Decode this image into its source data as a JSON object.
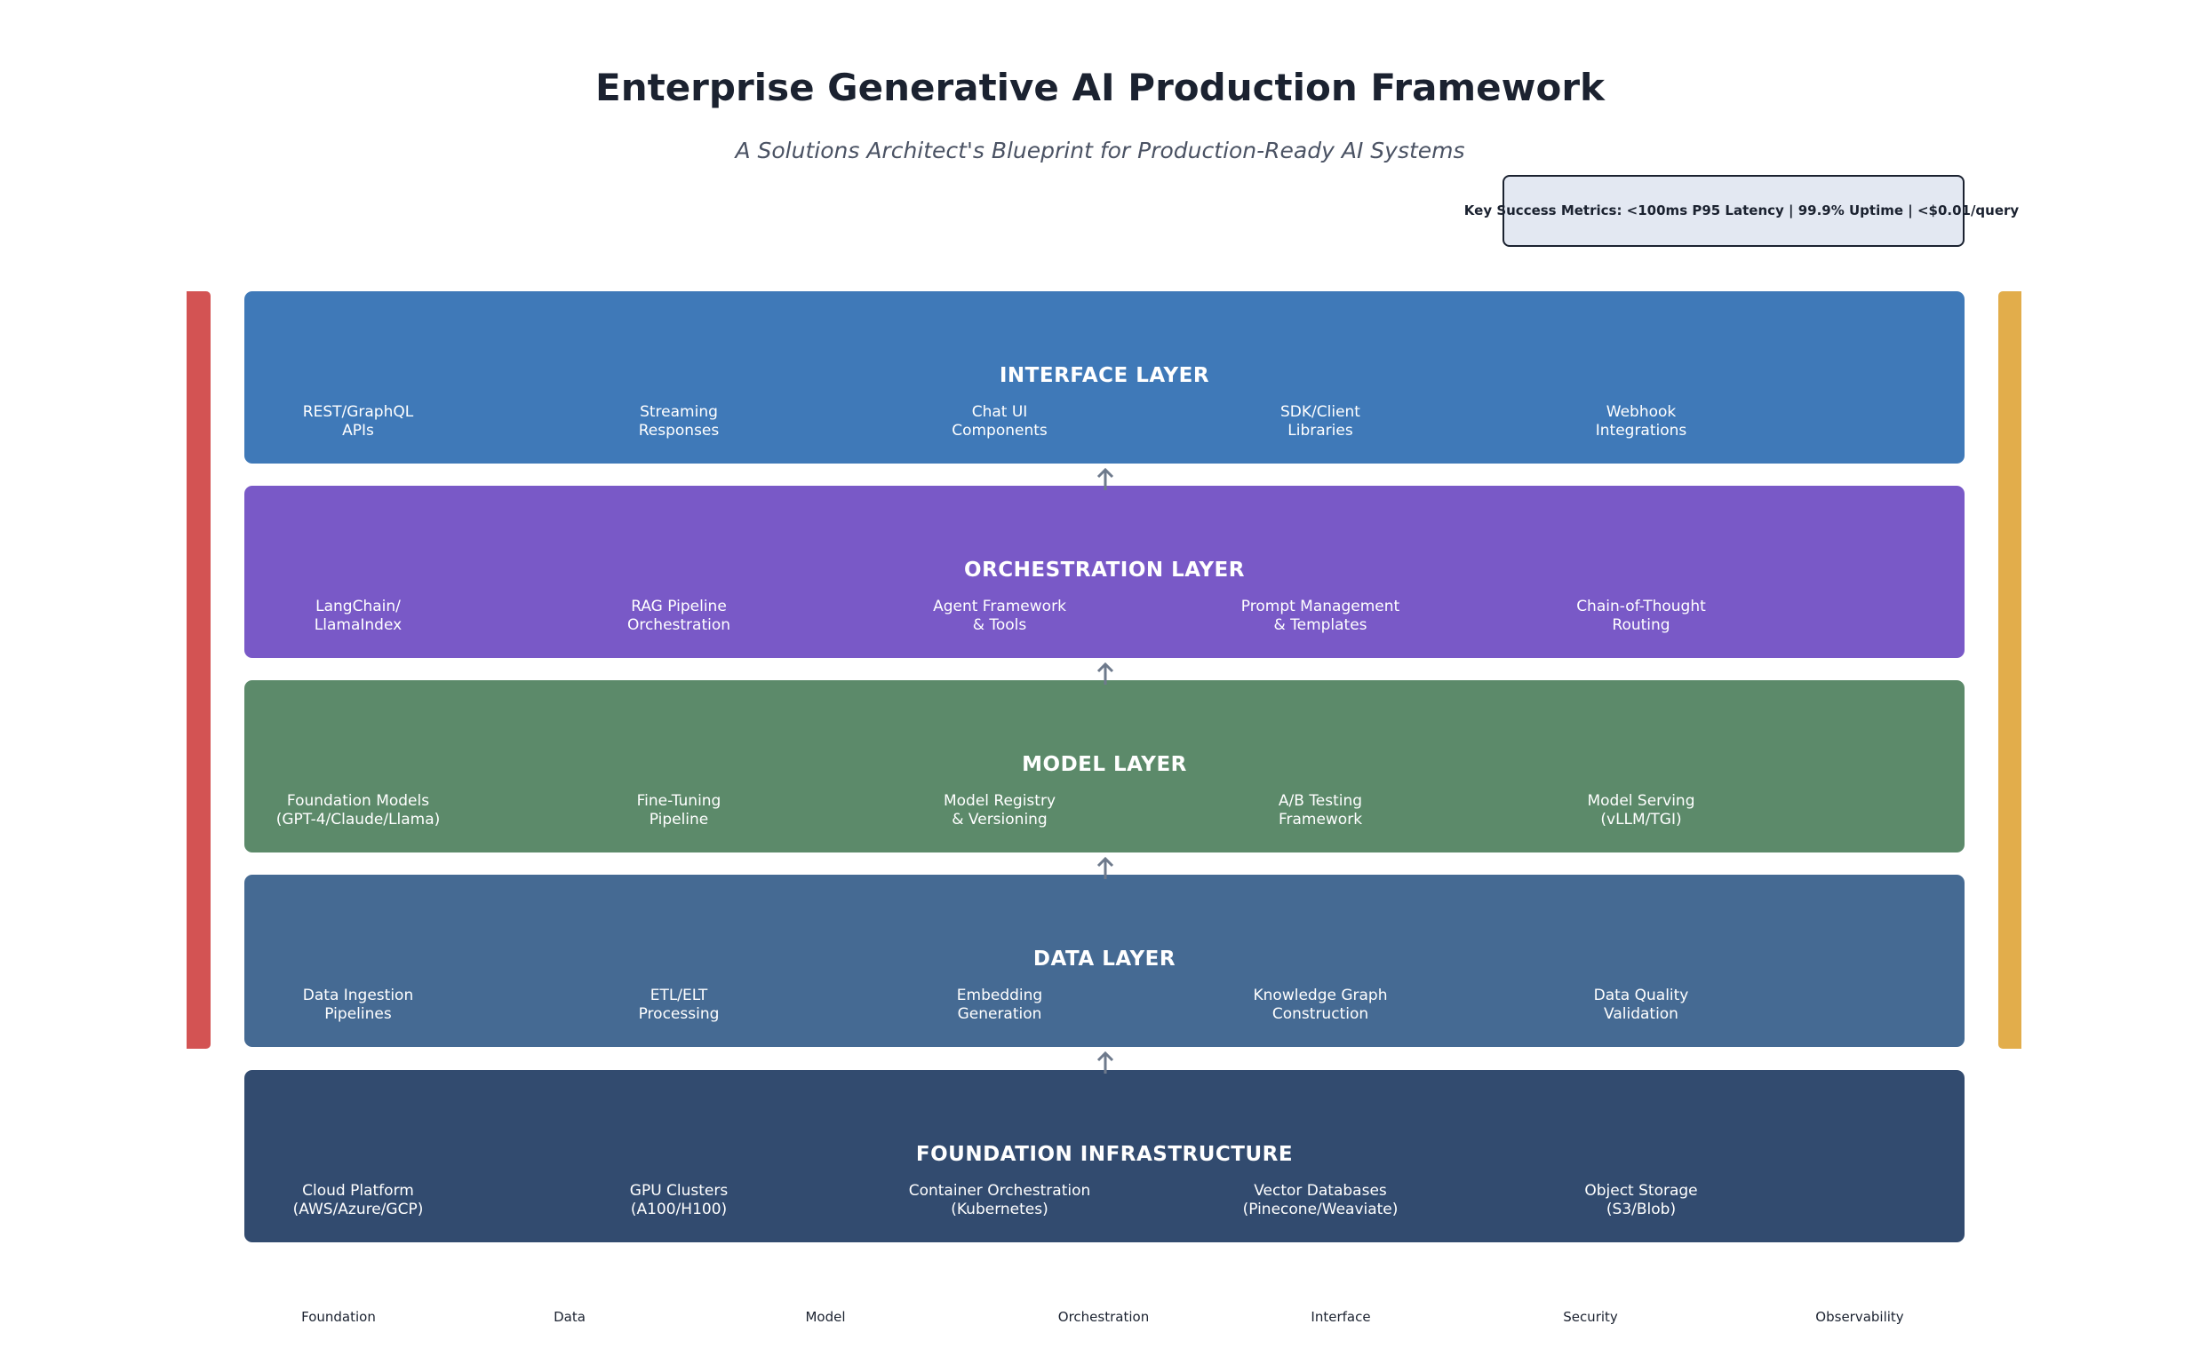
{
  "title": "Enterprise Generative AI Production Framework",
  "subtitle": "A Solutions Architect's Blueprint for Production-Ready AI Systems",
  "metrics": "Key Success Metrics: <100ms P95 Latency | 99.9% Uptime | <$0.01/query",
  "colors": {
    "interface": "#3f79b8",
    "orchestration": "#7959c7",
    "model": "#5c8a6a",
    "data": "#456a93",
    "foundation": "#324b6f",
    "security_bar": "#d35353",
    "observability_bar": "#e2ad4b",
    "arrow": "#6e7a8c"
  },
  "layers": [
    {
      "title": "INTERFACE LAYER",
      "components": [
        "REST/GraphQL\nAPIs",
        "Streaming\nResponses",
        "Chat UI\nComponents",
        "SDK/Client\nLibraries",
        "Webhook\nIntegrations"
      ]
    },
    {
      "title": "ORCHESTRATION LAYER",
      "components": [
        "LangChain/\nLlamaIndex",
        "RAG Pipeline\nOrchestration",
        "Agent Framework\n& Tools",
        "Prompt Management\n& Templates",
        "Chain-of-Thought\nRouting"
      ]
    },
    {
      "title": "MODEL LAYER",
      "components": [
        "Foundation Models\n(GPT-4/Claude/Llama)",
        "Fine-Tuning\nPipeline",
        "Model Registry\n& Versioning",
        "A/B Testing\nFramework",
        "Model Serving\n(vLLM/TGI)"
      ]
    },
    {
      "title": "DATA LAYER",
      "components": [
        "Data Ingestion\nPipelines",
        "ETL/ELT\nProcessing",
        "Embedding\nGeneration",
        "Knowledge Graph\nConstruction",
        "Data Quality\nValidation"
      ]
    },
    {
      "title": "FOUNDATION INFRASTRUCTURE",
      "components": [
        "Cloud Platform\n(AWS/Azure/GCP)",
        "GPU Clusters\n(A100/H100)",
        "Container Orchestration\n(Kubernetes)",
        "Vector Databases\n(Pinecone/Weaviate)",
        "Object Storage\n(S3/Blob)"
      ]
    }
  ],
  "legend": [
    "Foundation",
    "Data",
    "Model",
    "Orchestration",
    "Interface",
    "Security",
    "Observability"
  ]
}
